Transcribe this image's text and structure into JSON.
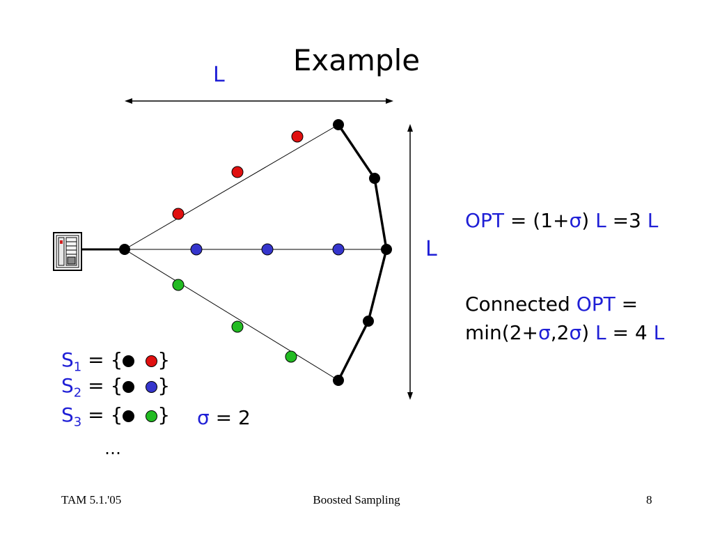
{
  "slide": {
    "title": "Example",
    "top_label": "L",
    "right_label": "L"
  },
  "opt": {
    "name": "OPT",
    "eq1": " = (1+",
    "sigma": "σ",
    "eq2": ") ",
    "L1": "L",
    "eq3": " =3 ",
    "L2": "L"
  },
  "connected": {
    "prefix": "Connected ",
    "name": "OPT",
    "eq": " =",
    "line2_a": "min(2+",
    "sigma1": "σ",
    "line2_b": ",2",
    "sigma2": "σ",
    "line2_c": ") ",
    "L1": "L",
    "line2_d": "  = 4 ",
    "L2": "L"
  },
  "sets": [
    {
      "letter": "S",
      "sub": "1",
      "eq": " = {",
      "close": "}",
      "color1": "#000000",
      "color2": "#e01010"
    },
    {
      "letter": "S",
      "sub": "2",
      "eq": " = {",
      "close": "}",
      "color1": "#000000",
      "color2": "#3535cc"
    },
    {
      "letter": "S",
      "sub": "3",
      "eq": " = {",
      "close": "}",
      "color1": "#000000",
      "color2": "#22bb22"
    }
  ],
  "ellipsis": "…",
  "sigma_value": {
    "symbol": "σ",
    "rest": " = 2"
  },
  "footer": {
    "left": "TAM 5.1.'05",
    "center": "Boosted Sampling",
    "right": "8"
  },
  "colors": {
    "accent_blue": "#1f1fd6",
    "red": "#e01010",
    "blue": "#3535cc",
    "green": "#22bb22",
    "black": "#000000"
  },
  "icons": [
    "server-icon"
  ]
}
